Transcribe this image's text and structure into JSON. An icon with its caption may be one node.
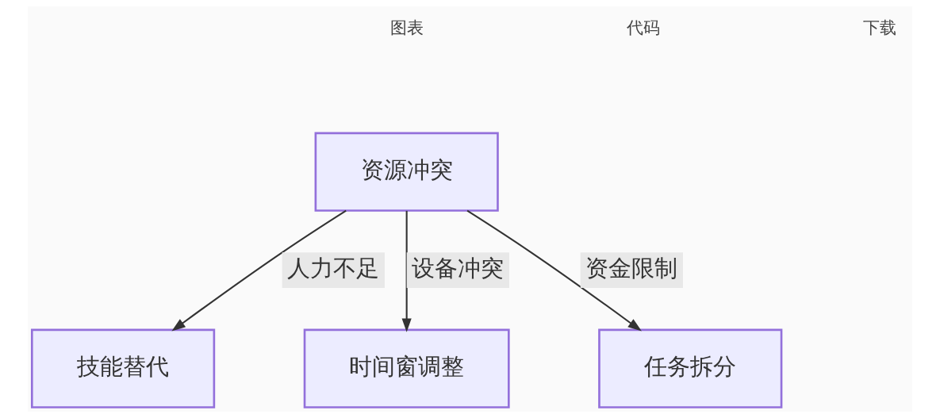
{
  "diagram": {
    "nodes": [
      {
        "text": [
          "资源冲突"
        ]
      },
      {
        "text": [
          "技能替代"
        ]
      },
      {
        "text": [
          "时间窗调整"
        ]
      },
      {
        "text": [
          "任务拆分"
        ]
      }
    ],
    "edges": [
      {
        "from": 0,
        "to": 1,
        "arrow": "to",
        "label": "人力不足"
      },
      {
        "from": 0,
        "to": 2,
        "arrow": "to",
        "label": "设备冲突"
      },
      {
        "from": 0,
        "to": 3,
        "arrow": "to",
        "label": "资金限制"
      }
    ],
    "labels": [
      "图表",
      "代码",
      "下载"
    ]
  }
}
